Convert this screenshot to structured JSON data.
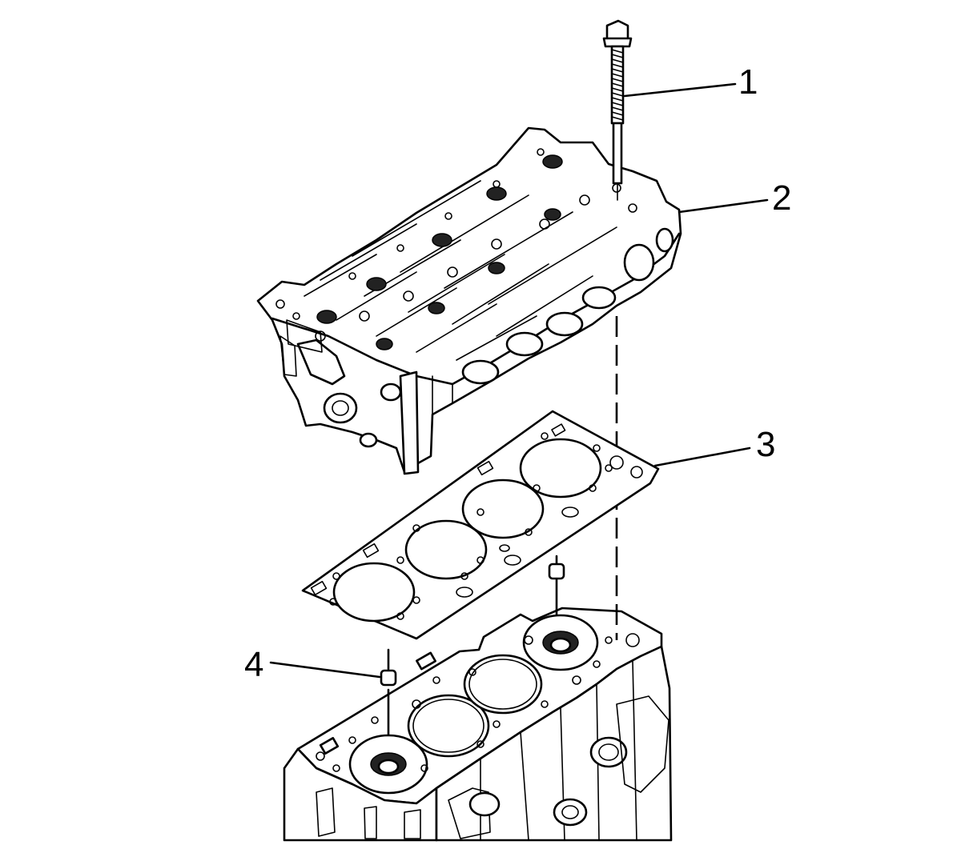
{
  "diagram": {
    "callouts": [
      {
        "id": 1,
        "label": "1",
        "part": "bolt"
      },
      {
        "id": 2,
        "label": "2",
        "part": "cylinder-head"
      },
      {
        "id": 3,
        "label": "3",
        "part": "head-gasket"
      },
      {
        "id": 4,
        "label": "4",
        "part": "dowel-pin"
      }
    ],
    "icon_names": [
      "bolt-icon",
      "cylinder-head-icon",
      "head-gasket-icon",
      "dowel-pin-icon",
      "engine-block-icon"
    ],
    "colors": {
      "line": "#000000",
      "background": "#ffffff"
    }
  }
}
